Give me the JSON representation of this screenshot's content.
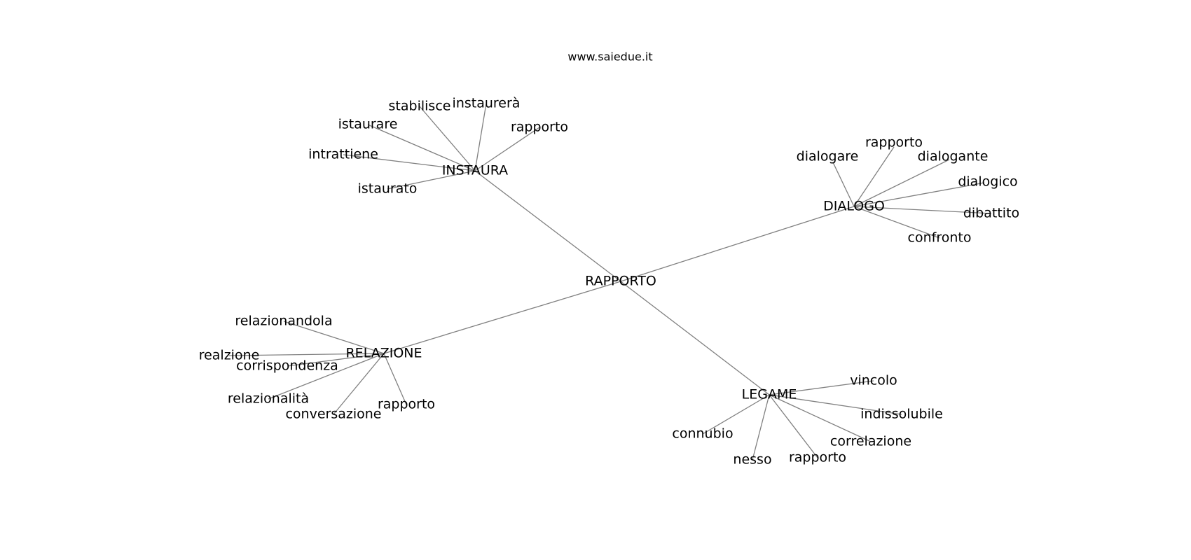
{
  "site": "www.saiedue.it",
  "graph": {
    "root": "RAPPORTO",
    "hubs": [
      {
        "label": "INSTAURA",
        "leaves": [
          "stabilisce",
          "instaurerà",
          "rapporto",
          "istaurare",
          "intrattiene",
          "istaurato"
        ]
      },
      {
        "label": "DIALOGO",
        "leaves": [
          "dialogare",
          "rapporto",
          "dialogante",
          "dialogico",
          "dibattito",
          "confronto"
        ]
      },
      {
        "label": "RELAZIONE",
        "leaves": [
          "relazionandola",
          "realzione",
          "corrispondenza",
          "relazionalità",
          "conversazione",
          "rapporto"
        ]
      },
      {
        "label": "LEGAME",
        "leaves": [
          "vincolo",
          "indissolubile",
          "correlazione",
          "rapporto",
          "nesso",
          "connubio"
        ]
      }
    ]
  }
}
